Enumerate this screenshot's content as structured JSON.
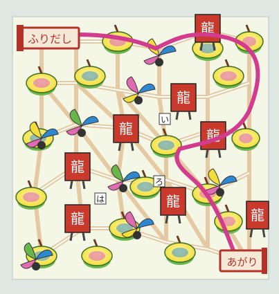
{
  "labels": {
    "start": "ふりだし",
    "goal": "あがり",
    "dragon": "龍",
    "marker_i": "い",
    "marker_ro": "ろ",
    "marker_ha": "は"
  },
  "colors": {
    "background": "#dfe7e3",
    "frame": "#f3f4f2",
    "board": "#f4f7e6",
    "path_road": "#e4c9a2",
    "route": "#d33b8f",
    "dragon_red": "#c93a2c",
    "top_yellow": "#f2de3a",
    "top_green": "#68b54b",
    "top_blue": "#2e88cf",
    "top_pink": "#e06bb0"
  },
  "icons": [
    "spinning-top-icon",
    "pinwheel-icon",
    "dragon-kite-icon",
    "route-line-icon"
  ]
}
